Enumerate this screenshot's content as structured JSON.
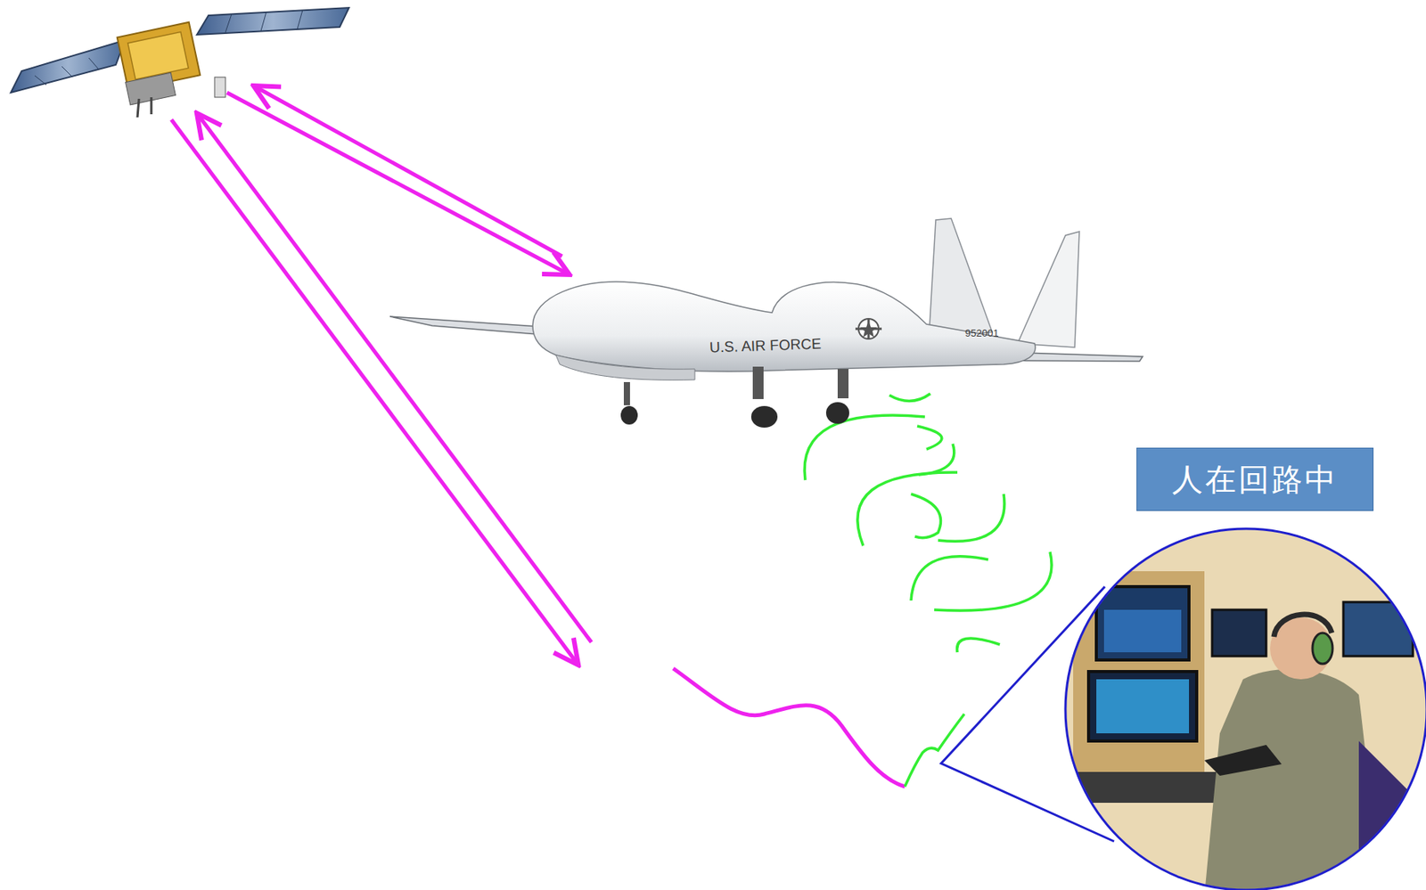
{
  "diagram": {
    "nodes": [
      {
        "text": [
          "人在回路中"
        ]
      }
    ],
    "labels": [
      "U.S. AIR FORCE",
      "952001"
    ]
  }
}
